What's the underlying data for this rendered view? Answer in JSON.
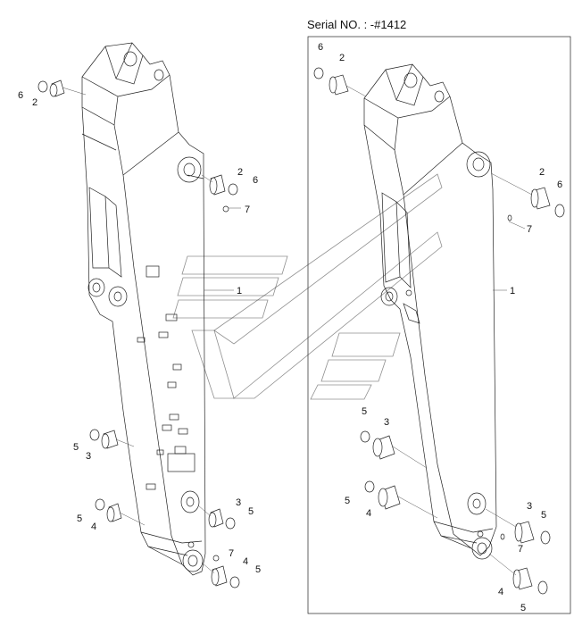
{
  "serial_label": "Serial NO. : -#1412",
  "callouts": {
    "l_6": "6",
    "l_2a": "2",
    "l_2b": "2",
    "l_6b": "6",
    "l_7": "7",
    "l_1": "1",
    "l_5a": "5",
    "l_3a": "3",
    "l_5b": "5",
    "l_4a": "4",
    "l_3b": "3",
    "l_5c": "5",
    "l_7b": "7",
    "l_4b": "4",
    "l_5d": "5",
    "r_6": "6",
    "r_2a": "2",
    "r_2b": "2",
    "r_6b": "6",
    "r_7": "7",
    "r_1": "1",
    "r_5a": "5",
    "r_3a": "3",
    "r_5b": "5",
    "r_4a": "4",
    "r_3b": "3",
    "r_5c": "5",
    "r_7b": "7",
    "r_4b": "4",
    "r_5d": "5"
  }
}
